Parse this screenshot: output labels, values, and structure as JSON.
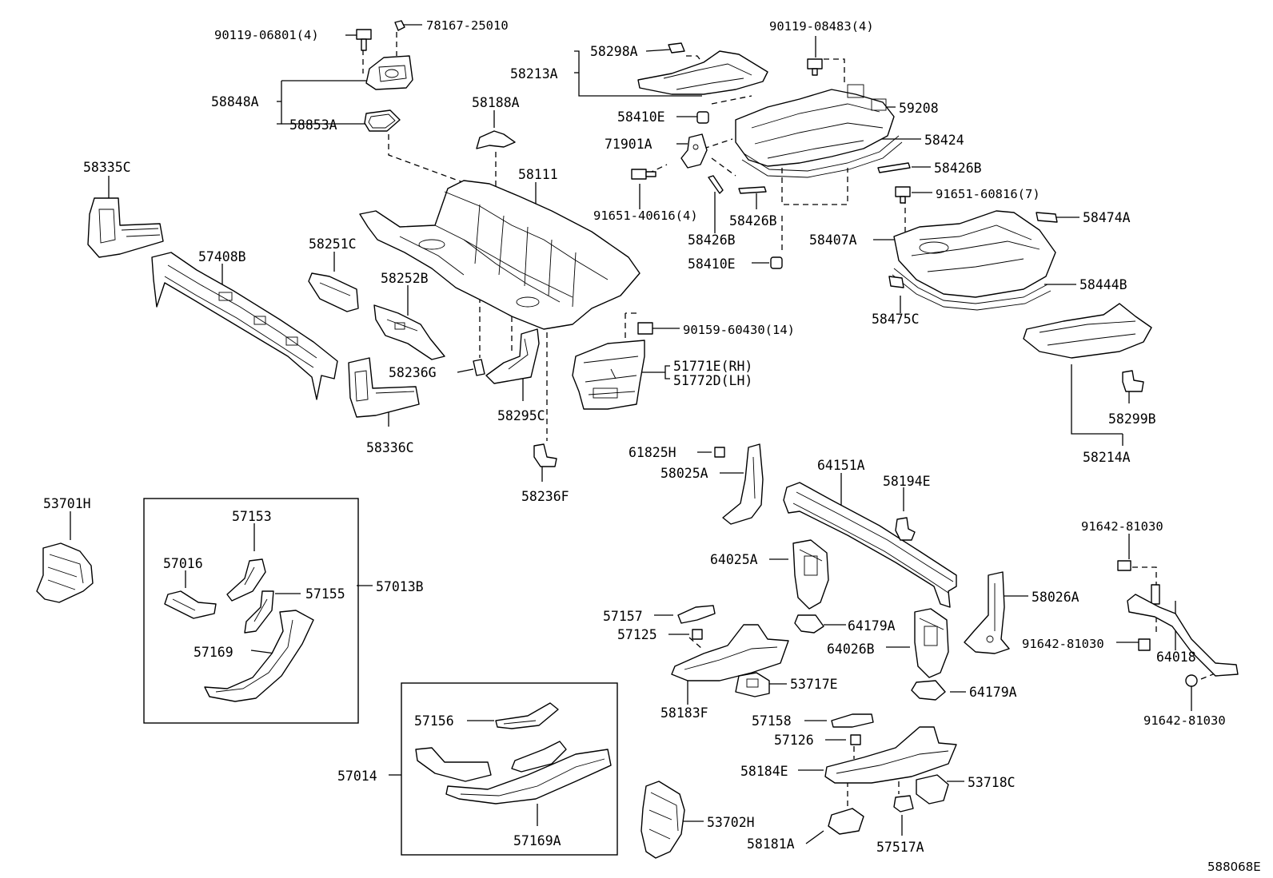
{
  "diagram": {
    "reference_code": "588068E",
    "labels": [
      {
        "id": "p1",
        "text": "90119-06801(4)"
      },
      {
        "id": "p2",
        "text": "78167-25010"
      },
      {
        "id": "p3",
        "text": "58848A"
      },
      {
        "id": "p4",
        "text": "58853A"
      },
      {
        "id": "p5",
        "text": "58335C"
      },
      {
        "id": "p6",
        "text": "57408B"
      },
      {
        "id": "p7",
        "text": "58251C"
      },
      {
        "id": "p8",
        "text": "58252B"
      },
      {
        "id": "p9",
        "text": "58236G"
      },
      {
        "id": "p10",
        "text": "58336C"
      },
      {
        "id": "p11",
        "text": "58188A"
      },
      {
        "id": "p12",
        "text": "58111"
      },
      {
        "id": "p13",
        "text": "58295C"
      },
      {
        "id": "p14",
        "text": "58236F"
      },
      {
        "id": "p15",
        "text": "58298A"
      },
      {
        "id": "p16",
        "text": "58213A"
      },
      {
        "id": "p17",
        "text": "90119-08483(4)"
      },
      {
        "id": "p18",
        "text": "59208"
      },
      {
        "id": "p19",
        "text": "58410E"
      },
      {
        "id": "p20",
        "text": "71901A"
      },
      {
        "id": "p21",
        "text": "58424"
      },
      {
        "id": "p22",
        "text": "58426B"
      },
      {
        "id": "p23",
        "text": "91651-40616(4)"
      },
      {
        "id": "p24",
        "text": "58426B"
      },
      {
        "id": "p25",
        "text": "58426B"
      },
      {
        "id": "p26",
        "text": "58410E"
      },
      {
        "id": "p27",
        "text": "91651-60816(7)"
      },
      {
        "id": "p28",
        "text": "58474A"
      },
      {
        "id": "p29",
        "text": "58407A"
      },
      {
        "id": "p30",
        "text": "58444B"
      },
      {
        "id": "p31",
        "text": "58475C"
      },
      {
        "id": "p32",
        "text": "90159-60430(14)"
      },
      {
        "id": "p33",
        "text": "51771E(RH)"
      },
      {
        "id": "p34",
        "text": "51772D(LH)"
      },
      {
        "id": "p35",
        "text": "58299B"
      },
      {
        "id": "p36",
        "text": "58214A"
      },
      {
        "id": "p37",
        "text": "61825H"
      },
      {
        "id": "p38",
        "text": "58025A"
      },
      {
        "id": "p39",
        "text": "64151A"
      },
      {
        "id": "p40",
        "text": "58194E"
      },
      {
        "id": "p41",
        "text": "53701H"
      },
      {
        "id": "p42",
        "text": "57153"
      },
      {
        "id": "p43",
        "text": "57016"
      },
      {
        "id": "p44",
        "text": "57155"
      },
      {
        "id": "p45",
        "text": "57013B"
      },
      {
        "id": "p46",
        "text": "57169"
      },
      {
        "id": "p47",
        "text": "64025A"
      },
      {
        "id": "p48",
        "text": "58026A"
      },
      {
        "id": "p49",
        "text": "91642-81030"
      },
      {
        "id": "p50",
        "text": "57157"
      },
      {
        "id": "p51",
        "text": "57125"
      },
      {
        "id": "p52",
        "text": "64179A"
      },
      {
        "id": "p53",
        "text": "64026B"
      },
      {
        "id": "p54",
        "text": "91642-81030"
      },
      {
        "id": "p55",
        "text": "64018"
      },
      {
        "id": "p56",
        "text": "53717E"
      },
      {
        "id": "p57",
        "text": "64179A"
      },
      {
        "id": "p58",
        "text": "58183F"
      },
      {
        "id": "p59",
        "text": "91642-81030"
      },
      {
        "id": "p60",
        "text": "57156"
      },
      {
        "id": "p61",
        "text": "57158"
      },
      {
        "id": "p62",
        "text": "57126"
      },
      {
        "id": "p63",
        "text": "57014"
      },
      {
        "id": "p64",
        "text": "58184E"
      },
      {
        "id": "p65",
        "text": "53718C"
      },
      {
        "id": "p66",
        "text": "53702H"
      },
      {
        "id": "p67",
        "text": "58181A"
      },
      {
        "id": "p68",
        "text": "57517A"
      },
      {
        "id": "p69",
        "text": "57169A"
      }
    ]
  }
}
